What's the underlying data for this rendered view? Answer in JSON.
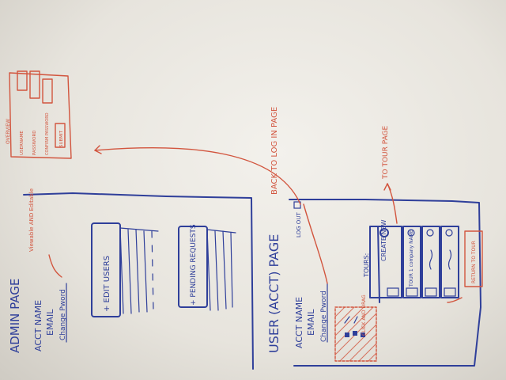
{
  "admin": {
    "title": "ADMIN PAGE",
    "acct_name": "ACCT NAME",
    "email": "EMAIL",
    "change_pword": "Change Pword",
    "note": "Viewable AND Editable",
    "edit_users": "+ EDIT USERS",
    "pending_requests": "+ PENDING REQUESTS"
  },
  "user": {
    "title": "USER (ACCT) PAGE",
    "acct_name": "ACCT NAME",
    "email": "EMAIL",
    "change_pword": "Change Pword",
    "log_out": "LOG OUT",
    "back_note": "BACK TO LOG IN PAGE",
    "tours_label": "TOURS:",
    "create_new": "CREATE NEW",
    "tour1": "TOUR 1 company NAME",
    "tour_page_note": "TO TOUR PAGE",
    "drag_note": "CLICK AND DRAG",
    "bottom_note": "RETURN TO TOUR"
  },
  "login": {
    "header": "OVERVIEW",
    "field1": "USERNAME",
    "field2": "PASSWORD",
    "field3": "CONFIRM PASSWORD",
    "submit": "SUBMIT"
  },
  "colors": {
    "ink_blue": "#2f3f9a",
    "ink_red": "#d2553e",
    "paper": "#efede8"
  }
}
